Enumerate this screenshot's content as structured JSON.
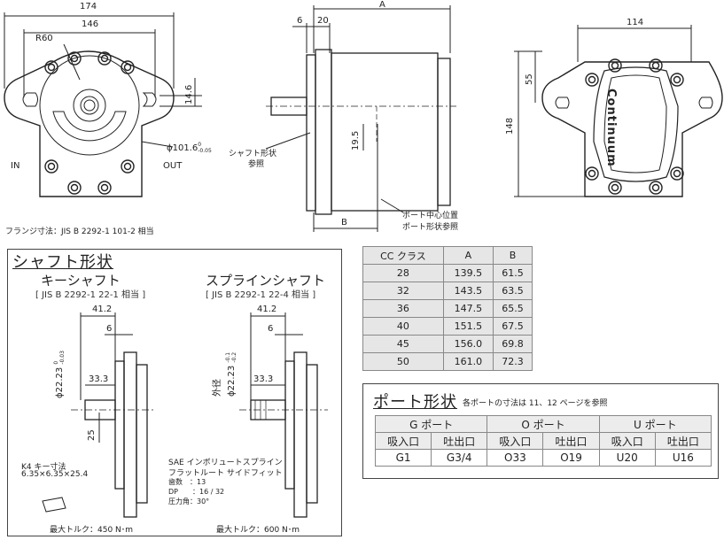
{
  "front_view": {
    "dim_overall": "174",
    "dim_bolt_span": "146",
    "radius": "R60",
    "dim_offset": "14.6",
    "dia_pilot": "ϕ101.6",
    "dia_tol_upper": "0",
    "dia_tol_lower": "-0.05",
    "label_in": "IN",
    "label_out": "OUT"
  },
  "flange_note": "フランジ寸法：JIS B 2292-1 101-2 相当",
  "side_view": {
    "dim_a": "A",
    "dim_6": "6",
    "dim_20": "20",
    "dim_b": "B",
    "dim_19_5": "19.5",
    "shaft_note_1": "シャフト形状",
    "shaft_note_2": "参照",
    "port_note_1": "ポート中心位置",
    "port_note_2": "ポート形状参照"
  },
  "right_view": {
    "dim_114": "114",
    "dim_55": "55",
    "dim_148": "148",
    "brand": "Continuum"
  },
  "cc_table": {
    "headers": [
      "CC クラス",
      "A",
      "B"
    ],
    "rows": [
      [
        "28",
        "139.5",
        "61.5"
      ],
      [
        "32",
        "143.5",
        "63.5"
      ],
      [
        "36",
        "147.5",
        "65.5"
      ],
      [
        "40",
        "151.5",
        "67.5"
      ],
      [
        "45",
        "156.0",
        "69.8"
      ],
      [
        "50",
        "161.0",
        "72.3"
      ]
    ]
  },
  "shaft_section": {
    "title": "シャフト形状",
    "key": {
      "title": "キーシャフト",
      "standard": "[ JIS B 2292-1 22-1 相当 ]",
      "dim_41_2": "41.2",
      "dim_6": "6",
      "dia": "ϕ22.23",
      "dia_upper": "0",
      "dia_lower": "-0.03",
      "dim_33_3": "33.3",
      "dim_25": "25",
      "key_size_label": "K4 キー寸法",
      "key_size": "6.35×6.35×25.4",
      "torque": "最大トルク：450 N･m"
    },
    "spline": {
      "title": "スプラインシャフト",
      "standard": "[ JIS B 2292-1 22-4 相当 ]",
      "dim_41_2": "41.2",
      "dim_6": "6",
      "outer_label": "外径",
      "dia": "ϕ22.23",
      "dia_upper": "-0.1",
      "dia_lower": "-0.2",
      "dim_33_3": "33.3",
      "spec_1": "SAE インボリュートスプライン",
      "spec_2": "フラットルート サイドフィット",
      "spec_3": "歯数　：13",
      "spec_4": "DP　　：16 / 32",
      "spec_5": "圧力角：30°",
      "torque": "最大トルク：600 N･m"
    }
  },
  "port_section": {
    "title": "ポート形状",
    "note": "各ポートの寸法は 11、12 ページを参照",
    "groups": [
      "G ポート",
      "O ポート",
      "U ポート"
    ],
    "subheaders": [
      "吸入口",
      "吐出口",
      "吸入口",
      "吐出口",
      "吸入口",
      "吐出口"
    ],
    "values": [
      "G1",
      "G3/4",
      "O33",
      "O19",
      "U20",
      "U16"
    ]
  }
}
